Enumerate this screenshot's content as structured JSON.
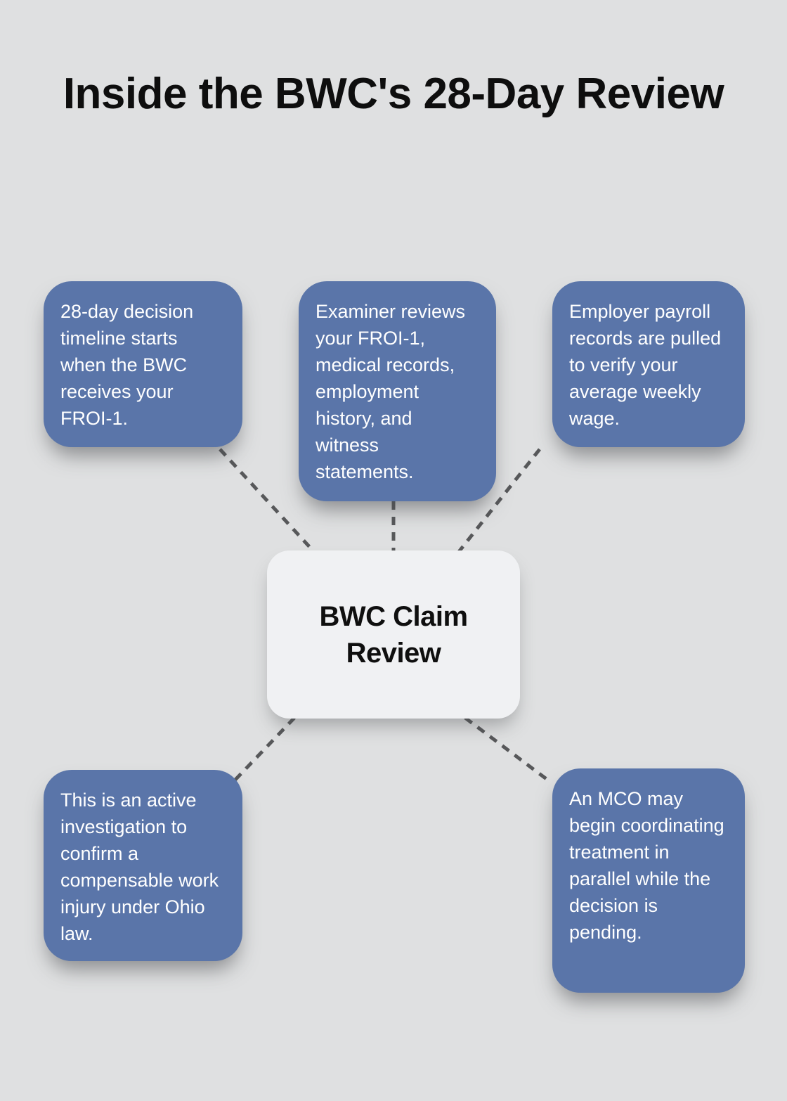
{
  "title": "Inside the BWC's 28-Day Review",
  "center_node": {
    "label": "BWC Claim Review"
  },
  "nodes": [
    {
      "id": "timeline-start",
      "text": "28-day decision timeline starts when the BWC receives your FROI-1."
    },
    {
      "id": "examiner-review",
      "text": "Examiner reviews your FROI-1, medical records, employment history, and witness statements."
    },
    {
      "id": "payroll-records",
      "text": "Employer payroll records are pulled to verify your average weekly wage."
    },
    {
      "id": "active-investigation",
      "text": "This is an active investigation to confirm a compensable work injury under Ohio law."
    },
    {
      "id": "mco-coordination",
      "text": "An MCO may begin coordinating treatment in parallel while the decision is pending."
    }
  ],
  "colors": {
    "page_bg": "#dfe0e1",
    "title_color": "#0e0e0e",
    "node_bg": "#5a75a9",
    "node_text": "#ffffff",
    "center_bg": "#f0f1f3",
    "center_text": "#0f0f0f",
    "connector_color": "#57585a"
  }
}
